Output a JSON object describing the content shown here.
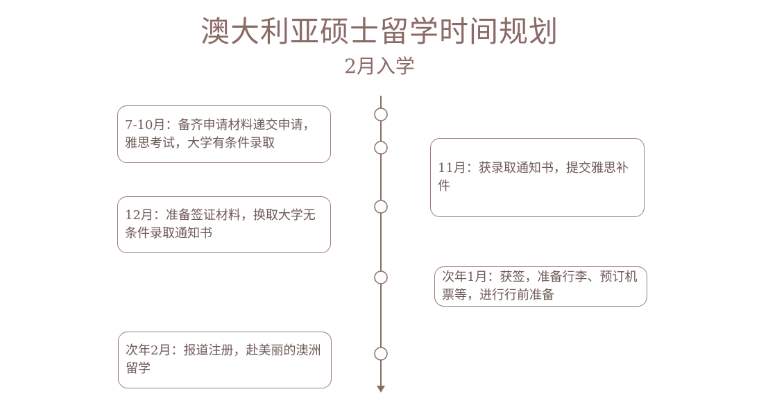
{
  "title": "澳大利亚硕士留学时间规划",
  "subtitle": "2月入学",
  "colors": {
    "line": "#8b6b66",
    "text": "#6f5a57",
    "border": "#9b7b76"
  },
  "events": [
    {
      "text": "7-10月：备齐申请材料递交申请，雅思考试，大学有条件录取"
    },
    {
      "text": "11月：获录取通知书，提交雅思补件"
    },
    {
      "text": "12月：准备签证材料，换取大学无条件录取通知书"
    },
    {
      "text": "次年1月：获签，准备行李、预订机票等，进行行前准备"
    },
    {
      "text": "次年2月：报道注册，赴美丽的澳洲留学"
    }
  ]
}
